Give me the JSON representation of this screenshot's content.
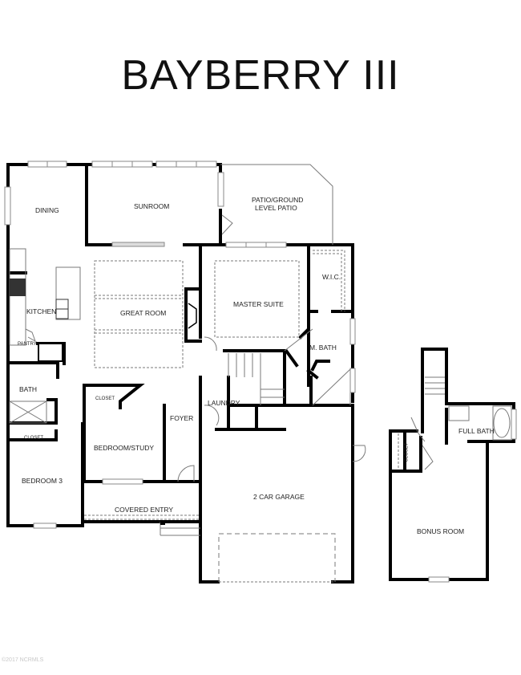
{
  "title": "BAYBERRY III",
  "watermark": "©2017 NCRMLS",
  "colors": {
    "wall": "#000000",
    "fixture": "#9a9a9a",
    "dashed": "#8a8a8a",
    "window_fill": "#ffffff",
    "background": "#ffffff"
  },
  "rooms": {
    "dining": "DINING",
    "sunroom": "SUNROOM",
    "patio": "PATIO/GROUND\nLEVEL PATIO",
    "patio_line1": "PATIO/GROUND",
    "patio_line2": "LEVEL PATIO",
    "kitchen": "KITCHEN",
    "great_room": "GREAT ROOM",
    "pantry": "PANTRY",
    "master_suite": "MASTER SUITE",
    "wic": "W.I.C.",
    "m_bath": "M. BATH",
    "bath": "BATH",
    "closet_bedroom3": "CLOSET",
    "closet_study": "CLOSET",
    "bedroom_study": "BEDROOM/STUDY",
    "foyer": "FOYER",
    "laundry": "LAUNDRY",
    "bedroom3": "BEDROOM 3",
    "covered_entry": "COVERED ENTRY",
    "garage": "2 CAR GARAGE",
    "full_bath": "FULL BATH",
    "closet_bonus": "CLOSET",
    "bonus_room": "BONUS ROOM"
  }
}
